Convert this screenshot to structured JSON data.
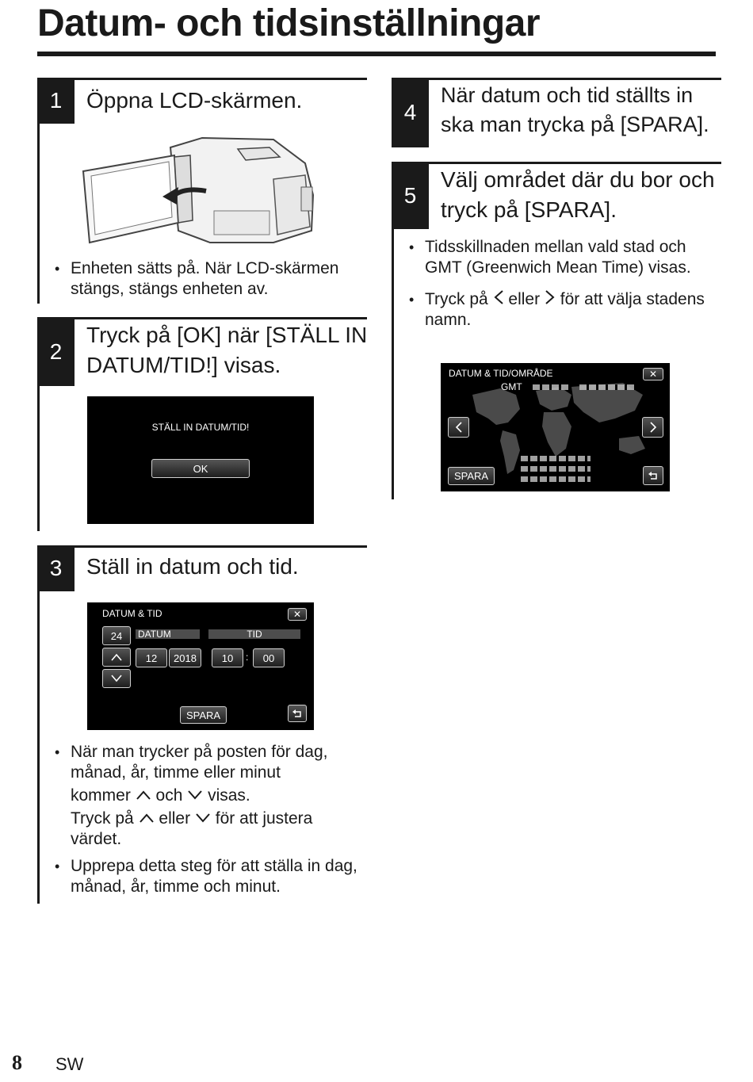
{
  "page": {
    "title": "Datum- och tidsinställningar",
    "page_number": "8",
    "language": "SW"
  },
  "steps": {
    "s1": {
      "num": "1",
      "heading": "Öppna LCD-skärmen.",
      "bullets": [
        "Enheten sätts på. När LCD-skärmen stängs, stängs enheten av."
      ]
    },
    "s2": {
      "num": "2",
      "heading_line1": "Tryck på [OK] när [STÄLL IN",
      "heading_line2": "DATUM/TID!] visas."
    },
    "s3": {
      "num": "3",
      "heading": "Ställ in datum och tid.",
      "bullet1_a": "När man trycker på posten för dag, månad, år, timme eller minut",
      "bullet1_b_pre": "kommer",
      "bullet1_b_mid": "och",
      "bullet1_b_post": "visas.",
      "bullet1_c_pre": "Tryck på",
      "bullet1_c_mid": "eller",
      "bullet1_c_post": "för att justera värdet.",
      "bullet2": "Upprepa detta steg för att ställa in dag, månad, år, timme och minut."
    },
    "s4": {
      "num": "4",
      "heading_line1": "När datum och tid ställts in",
      "heading_line2": "ska man trycka på [SPARA]."
    },
    "s5": {
      "num": "5",
      "heading_line1": "Välj området där du bor och",
      "heading_line2": "tryck på [SPARA].",
      "bullet1": "Tidsskillnaden mellan vald stad och GMT (Greenwich Mean Time) visas.",
      "bullet2_pre": "Tryck på",
      "bullet2_mid": "eller",
      "bullet2_post": "för att välja stadens namn."
    }
  },
  "screen_set_date": {
    "message": "STÄLL IN DATUM/TID!",
    "ok": "OK"
  },
  "screen_date_time": {
    "title": "DATUM & TID",
    "day": "24",
    "date_label": "DATUM",
    "time_label": "TID",
    "month": "12",
    "year": "2018",
    "hour": "10",
    "separator": ":",
    "minute": "00",
    "save": "SPARA"
  },
  "screen_area": {
    "title": "DATUM & TID/OMRÅDE",
    "gmt": "GMT",
    "save": "SPARA"
  },
  "icons": {
    "close": "close-icon",
    "up": "chevron-up-icon",
    "down": "chevron-down-icon",
    "left": "chevron-left-icon",
    "right": "chevron-right-icon",
    "back": "return-icon"
  }
}
